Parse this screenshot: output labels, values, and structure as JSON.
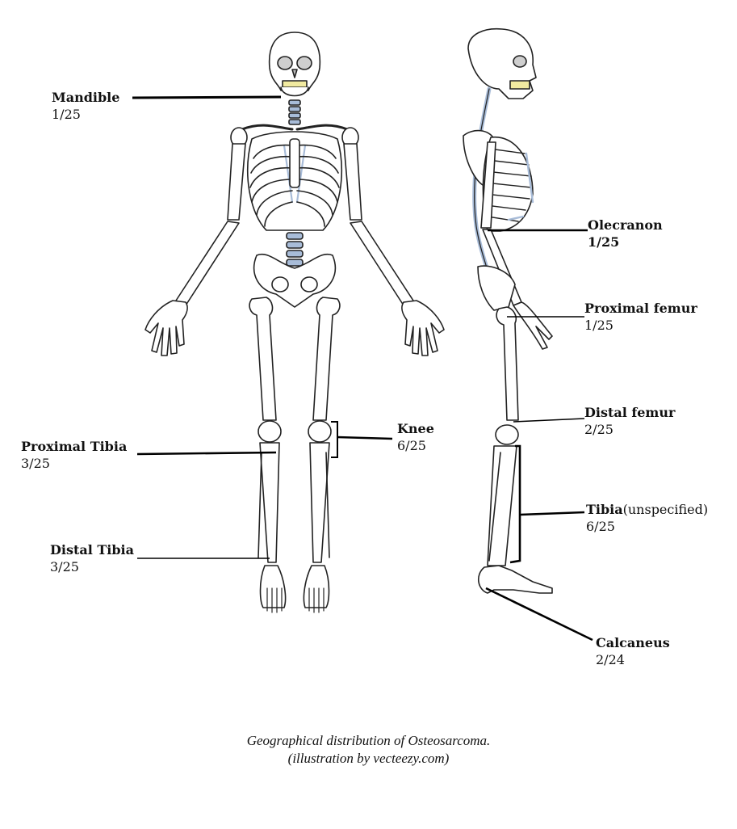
{
  "labels": {
    "mandible": {
      "name": "Mandible",
      "count": "1/25"
    },
    "proximal_tibia": {
      "name": "Proximal Tibia",
      "count": "3/25"
    },
    "distal_tibia": {
      "name": "Distal Tibia",
      "count": "3/25"
    },
    "knee": {
      "name": "Knee",
      "count": "6/25"
    },
    "olecranon": {
      "name": "Olecranon",
      "count": "1/25"
    },
    "proximal_femur": {
      "name": "Proximal femur",
      "count": "1/25"
    },
    "distal_femur": {
      "name": "Distal femur",
      "count": "2/25"
    },
    "tibia": {
      "name": "Tibia",
      "note": "(unspecified)",
      "count": "6/25"
    },
    "calcaneus": {
      "name": "Calcaneus",
      "count": "2/24"
    }
  },
  "caption": {
    "line1": "Geographical distribution of Osteosarcoma.",
    "line2": "(illustration by vecteezy.com)"
  },
  "colors": {
    "bone_outline": "#222222",
    "bone_fill": "#ffffff",
    "cartilage_blue": "#a8bcd8",
    "teeth_yellow": "#f1eaa0",
    "leader_line": "#000000"
  }
}
